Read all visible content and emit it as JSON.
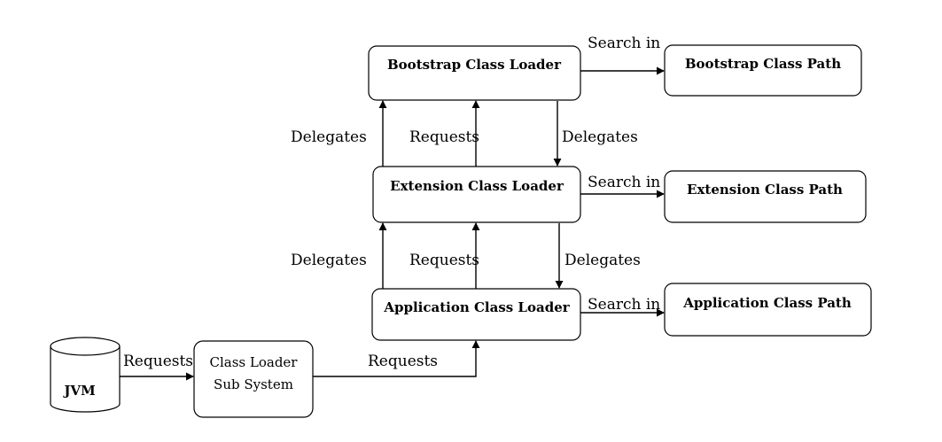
{
  "nodes": {
    "bootstrap_loader": "Bootstrap Class Loader",
    "bootstrap_path": "Bootstrap Class Path",
    "extension_loader": "Extension Class Loader",
    "extension_path": "Extension Class Path",
    "application_loader": "Application Class Loader",
    "application_path": "Application Class Path",
    "jvm": "JVM",
    "subsystem_line1": "Class Loader",
    "subsystem_line2": "Sub System"
  },
  "edges": {
    "search_in": "Search in",
    "delegates": "Delegates",
    "requests": "Requests"
  }
}
